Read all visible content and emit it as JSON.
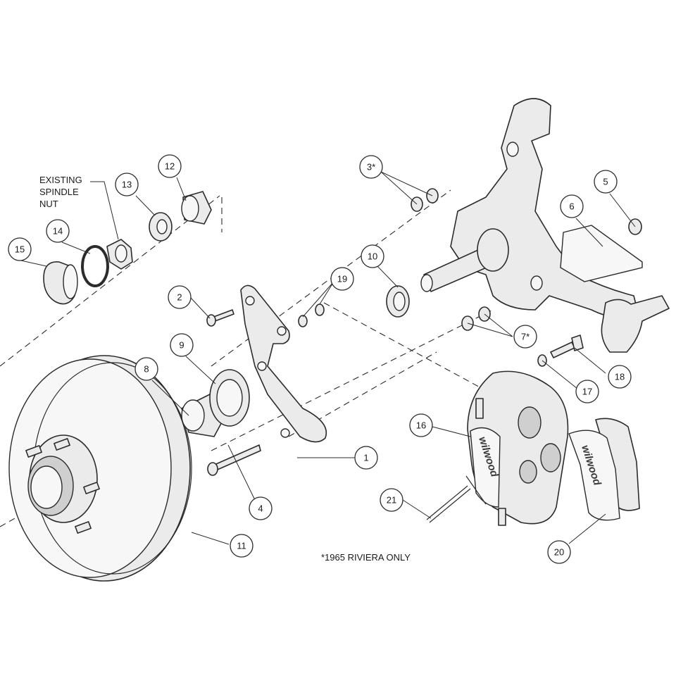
{
  "diagram": {
    "callouts": [
      {
        "id": "c1",
        "label": "1"
      },
      {
        "id": "c2",
        "label": "2"
      },
      {
        "id": "c3",
        "label": "3*"
      },
      {
        "id": "c4",
        "label": "4"
      },
      {
        "id": "c5",
        "label": "5"
      },
      {
        "id": "c6",
        "label": "6"
      },
      {
        "id": "c7",
        "label": "7*"
      },
      {
        "id": "c8",
        "label": "8"
      },
      {
        "id": "c9",
        "label": "9"
      },
      {
        "id": "c10",
        "label": "10"
      },
      {
        "id": "c11",
        "label": "11"
      },
      {
        "id": "c12",
        "label": "12"
      },
      {
        "id": "c13",
        "label": "13"
      },
      {
        "id": "c14",
        "label": "14"
      },
      {
        "id": "c15",
        "label": "15"
      },
      {
        "id": "c16",
        "label": "16"
      },
      {
        "id": "c17",
        "label": "17"
      },
      {
        "id": "c18",
        "label": "18"
      },
      {
        "id": "c19",
        "label": "19"
      },
      {
        "id": "c20",
        "label": "20"
      },
      {
        "id": "c21",
        "label": "21"
      }
    ],
    "labels": {
      "existing_spindle_nut": [
        "EXISTING",
        "SPINDLE",
        "NUT"
      ]
    },
    "note": "*1965 RIVIERA ONLY",
    "brand_marks": [
      "wilwood",
      "wilwood"
    ]
  }
}
